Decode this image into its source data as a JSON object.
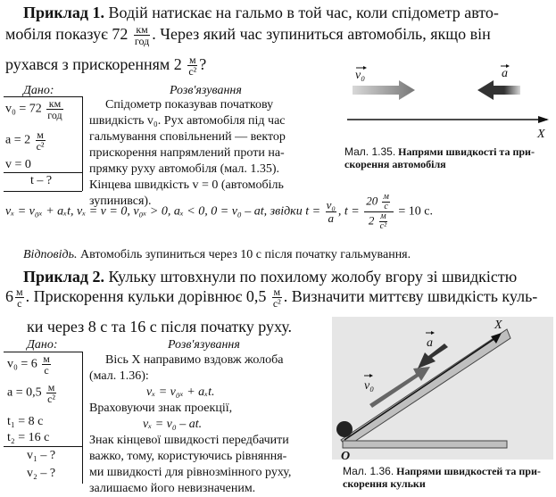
{
  "ex1": {
    "heading": "Приклад 1.",
    "line1_text": "Водій натискає на гальмо в той час, коли спідометр авто-",
    "line2_a": "мобіля показує 72",
    "line2_frac_n": "км",
    "line2_frac_d": "год",
    "line2_b": ". Через який час зупиниться автомобіль, якщо він",
    "line3_a": "рухався з прискоренням 2",
    "line3_frac_n": "м",
    "line3_frac_d": "с²",
    "line3_b": "?",
    "given_title": "Дано:",
    "given_v0_a": "v₀ = 72",
    "given_v0_n": "км",
    "given_v0_d": "год",
    "given_a_a": "a = 2",
    "given_a_n": "м",
    "given_a_d": "с²",
    "given_v": "v = 0",
    "given_t": "t – ?",
    "solution_title": "Розв'язування",
    "solution_lines": [
      "Спідометр показував початкову",
      "швидкість v₀. Рух автомобіля під час",
      "гальмування сповільнений — вектор",
      "прискорення напрямлений проти на-",
      "прямку руху автомобіля (мал. 1.35).",
      "Кінцева швидкість v = 0 (автомобіль",
      "зупинився)."
    ],
    "fig_v0": "v₀",
    "fig_a": "a",
    "fig_x": "X",
    "fig_caption_a": "Мал. 1.35.",
    "fig_caption_b": "Напрями швидкості та при-",
    "fig_caption_c": "скорення автомобіля",
    "formula_a": "vₓ = v₀ₓ + aₓt,  vₓ = v = 0,  v₀ₓ > 0,  aₓ < 0,  0 = v₀ – at,  звідки  t =",
    "formula_frac1_n": "v₀",
    "formula_frac1_d": "a",
    "formula_b": ",   t =",
    "formula_big_n": "20",
    "formula_big_n_unit_n": "м",
    "formula_big_n_unit_d": "с",
    "formula_big_d": "2",
    "formula_big_d_unit_n": "м",
    "formula_big_d_unit_d": "с²",
    "formula_c": "= 10 с.",
    "answer_label": "Відповідь.",
    "answer_text": "Автомобіль зупиниться через 10 с після початку гальмування."
  },
  "ex2": {
    "heading": "Приклад 2.",
    "line1_text": "Кульку штовхнули по похилому жолобу вгору зі швидкістю",
    "line2_a": "6",
    "line2_frac_n": "м",
    "line2_frac_d": "с",
    "line2_b": ". Прискорення кульки дорівнює 0,5",
    "line2_frac2_n": "м",
    "line2_frac2_d": "с²",
    "line2_c": ". Визначити миттєву швидкість куль-",
    "line3_text": "ки через 8 с та 16 с після початку руху.",
    "given_title": "Дано:",
    "given_v0_a": "v₀ = 6",
    "given_v0_n": "м",
    "given_v0_d": "с",
    "given_a_a": "a = 0,5",
    "given_a_n": "м",
    "given_a_d": "с²",
    "given_t1": "t₁ = 8 с",
    "given_t2": "t₂ = 16 с",
    "given_q1": "v₁ – ?",
    "given_q2": "v₂ – ?",
    "solution_title": "Розв'язування",
    "sol1": "Вісь X направимо вздовж жолоба",
    "sol2": "(мал. 1.36):",
    "sol3": "vₓ = v₀ₓ + aₓt.",
    "sol4": "Враховуючи знак проекції,",
    "sol5": "vₓ = v₀ – at.",
    "sol6": "Знак кінцевої швидкості передбачити",
    "sol7": "важко, тому, користуючись рівняння-",
    "sol8": "ми швидкості для рівнозмінного руху,",
    "sol9": "залишаємо його невизначеним.",
    "fig_x": "X",
    "fig_a": "a",
    "fig_v0": "v₀",
    "fig_o": "O",
    "fig_caption_a": "Мал. 1.36.",
    "fig_caption_b": "Напрями швидкостей та при-",
    "fig_caption_c": "скорення кульки"
  }
}
